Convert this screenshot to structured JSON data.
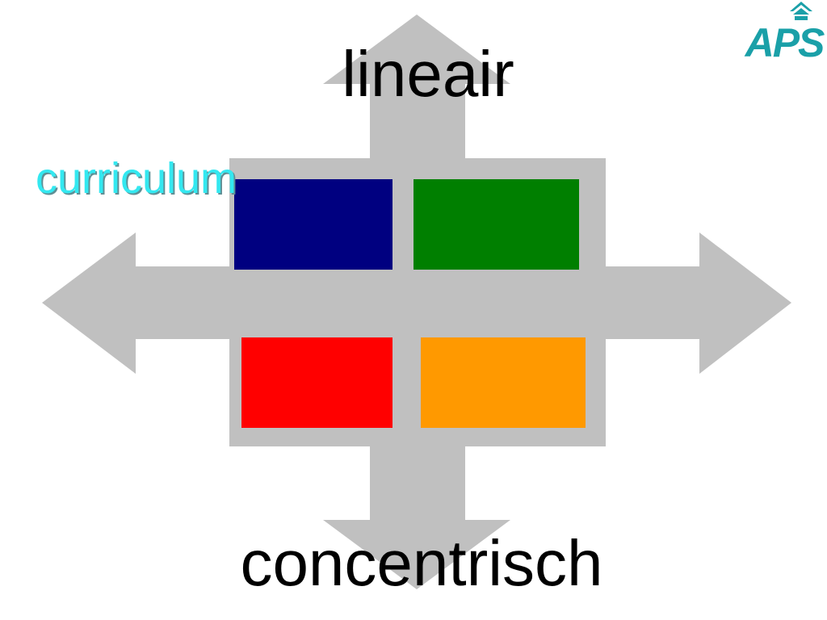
{
  "diagram": {
    "top_label": "lineair",
    "bottom_label": "concentrisch",
    "left_label": "curriculum",
    "colors": {
      "arrow": "#c0c0c0",
      "top_left_block": "#000080",
      "top_right_block": "#007f00",
      "bottom_left_block": "#ff0000",
      "bottom_right_block": "#ff9900",
      "curriculum_text": "#33e8f0"
    }
  },
  "logo": {
    "text": "APS",
    "color": "#1aa0a8",
    "icon": "house-roof-icon"
  }
}
